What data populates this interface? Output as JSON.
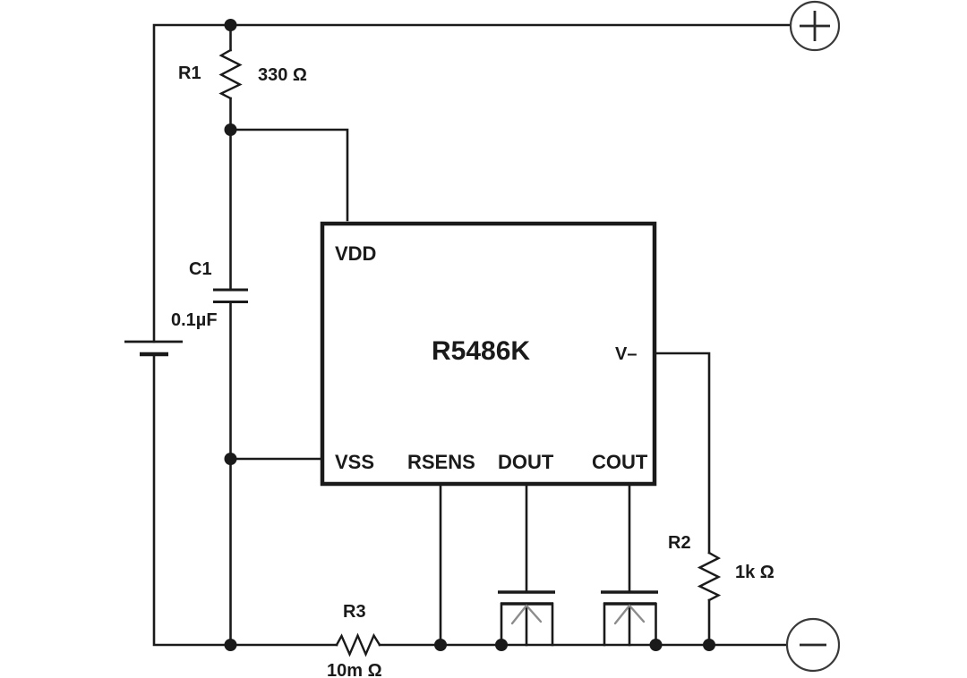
{
  "schematic": {
    "ic": {
      "part": "R5486K",
      "pins": {
        "vdd": "VDD",
        "vss": "VSS",
        "rsens": "RSENS",
        "dout": "DOUT",
        "cout": "COUT",
        "vminus": "V–"
      }
    },
    "resistors": {
      "r1": {
        "ref": "R1",
        "value": "330 Ω"
      },
      "r2": {
        "ref": "R2",
        "value": "1k Ω"
      },
      "r3": {
        "ref": "R3",
        "value": "10m Ω"
      }
    },
    "capacitor": {
      "ref": "C1",
      "value": "0.1µF"
    },
    "battery": {
      "symbol": "single-cell-battery"
    },
    "transistors": [
      {
        "id": "Q1",
        "symbol": "n-channel-mosfet"
      },
      {
        "id": "Q2",
        "symbol": "n-channel-mosfet"
      }
    ],
    "terminals": {
      "positive": "+",
      "negative": "−"
    },
    "colors": {
      "ink": "#1a1a1a",
      "background": "#ffffff",
      "mosfet_arrow_gray": "#8c8c8c",
      "terminal_stroke": "#3a3a3a"
    }
  }
}
